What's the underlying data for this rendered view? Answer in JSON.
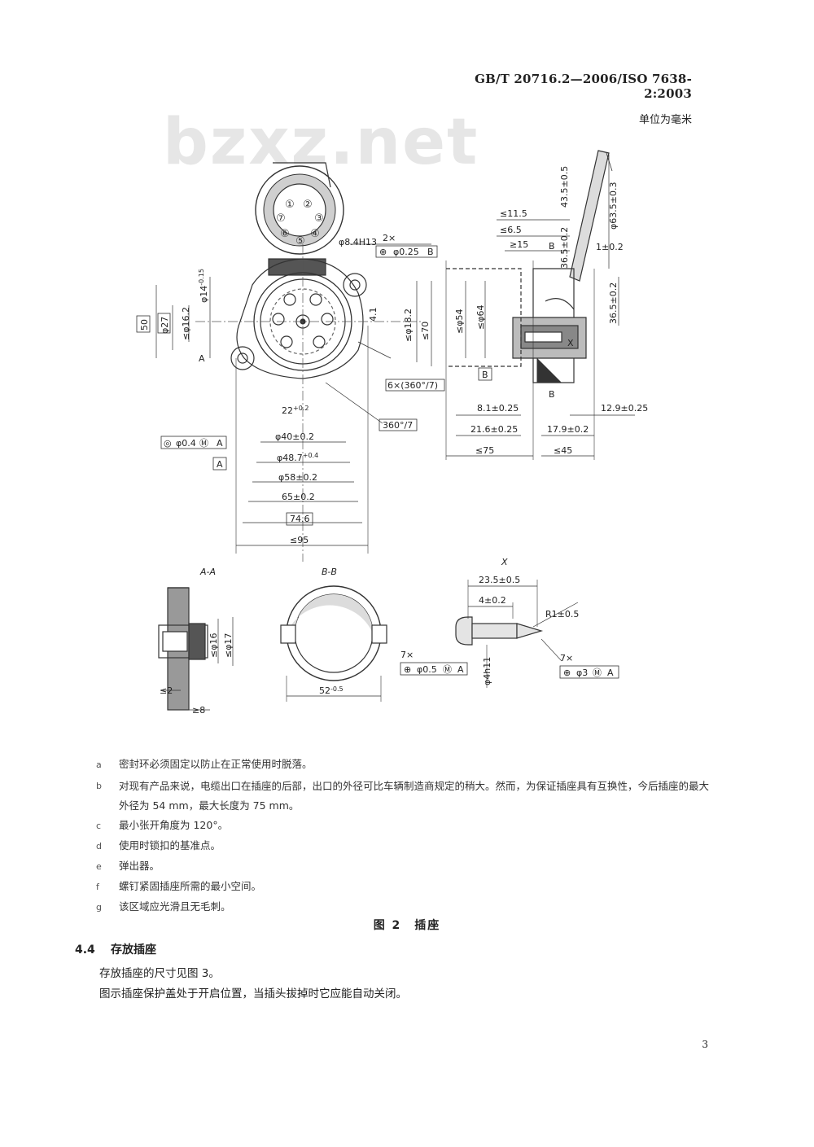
{
  "header": {
    "standard_code": "GB/T 20716.2—2006/ISO 7638-2:2003",
    "unit_note": "单位为毫米"
  },
  "watermark": "bzxz.net",
  "drawing": {
    "front_view": {
      "pins": [
        "①",
        "②",
        "⑦",
        "③",
        "⑥",
        "④",
        "⑤"
      ],
      "dim_bore": "φ8.4H13",
      "tol_count": "2×",
      "tol_pos": "φ0.25",
      "tol_ref_b": "B",
      "dim_14": "φ14",
      "dim_14_tol": "-0.15",
      "dim_50": "50",
      "dim_27": "φ27",
      "dim_16_2": "≤φ16.2",
      "dim_a_mark": "A",
      "dim_4_1": "4.1",
      "dim_18_2": "≤φ18.2",
      "dim_70": "≤70",
      "dim_6x": "6×(360°/7)",
      "dim_22": "22",
      "dim_22_tol": "+0.2",
      "dim_360_7": "360°/7",
      "tol_conc": "φ0.4",
      "tol_conc_ref": "A",
      "dim_40": "φ40±0.2",
      "dim_48": "φ48.7",
      "dim_48_tol": "+0.4",
      "datum_a": "A",
      "dim_58": "φ58±0.2",
      "dim_65": "65±0.2",
      "dim_746": "74.6",
      "dim_95": "≤95"
    },
    "side_view": {
      "dim_11_5": "≤11.5",
      "dim_6_5": "≤6.5",
      "dim_15": "≥15",
      "dim_43_5": "43.5±0.5",
      "dim_63_5": "φ63.5±0.3",
      "dim_36_5a": "36.5±0.2",
      "dim_1": "1±0.2",
      "dim_36_5b": "36.5±0.2",
      "dim_54a": "≤φ54",
      "dim_64": "≤φ64",
      "datum_b": "B",
      "dim_8_1": "8.1±0.25",
      "dim_12_9": "12.9±0.25",
      "dim_21_6": "21.6±0.25",
      "dim_17_9": "17.9±0.2",
      "dim_75": "≤75",
      "dim_45": "≤45",
      "label_b": "B",
      "label_x": "X"
    },
    "section_aa": {
      "title": "A-A",
      "dim_16": "≤φ16",
      "dim_17": "≤φ17",
      "dim_2": "≤2",
      "dim_8": "≥8"
    },
    "section_bb": {
      "title": "B-B",
      "dim_52": "52",
      "dim_52_tol": "-0.5"
    },
    "detail_x": {
      "title": "X",
      "dim_23_5": "23.5±0.5",
      "dim_4": "4±0.2",
      "dim_r1": "R1±0.5",
      "dim_4h11": "φ4h11",
      "count_a": "7×",
      "tol_a": "φ0.5",
      "tol_a_ref": "A",
      "count_b": "7×",
      "tol_b": "φ3",
      "tol_b_ref": "A"
    }
  },
  "notes": [
    {
      "key": "a",
      "text": "密封环必须固定以防止在正常使用时脱落。"
    },
    {
      "key": "b",
      "text": "对现有产品来说，电缆出口在插座的后部，出口的外径可比车辆制造商规定的稍大。然而，为保证插座具有互换性，今后插座的最大外径为 54 mm，最大长度为 75 mm。"
    },
    {
      "key": "c",
      "text": "最小张开角度为 120°。"
    },
    {
      "key": "d",
      "text": "使用时锁扣的基准点。"
    },
    {
      "key": "e",
      "text": "弹出器。"
    },
    {
      "key": "f",
      "text": "螺钉紧固插座所需的最小空间。"
    },
    {
      "key": "g",
      "text": "该区域应光滑且无毛刺。"
    }
  ],
  "figure_caption": "图 2　插座",
  "section": {
    "number": "4.4",
    "title": "存放插座"
  },
  "paragraphs": [
    "存放插座的尺寸见图 3。",
    "图示插座保护盖处于开启位置，当插头拔掉时它应能自动关闭。"
  ],
  "page_number": "3"
}
